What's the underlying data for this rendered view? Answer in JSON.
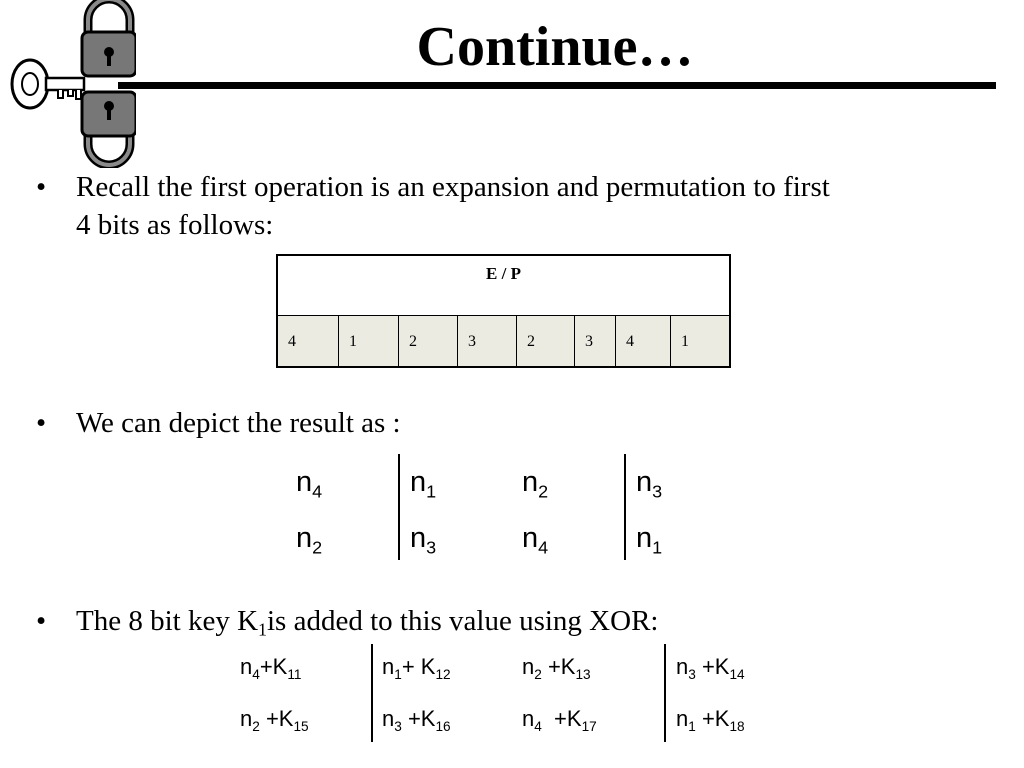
{
  "title": "Continue…",
  "bullets": {
    "b1_line1": "Recall the first operation is an expansion and permutation to first",
    "b1_line2": "4 bits as follows:",
    "b2": "We can depict the result as :",
    "b3_pre": "The 8 bit key K",
    "b3_sub": "1",
    "b3_post": "is added to this value using XOR:"
  },
  "ep_table": {
    "header": "E / P",
    "cells": [
      "4",
      "1",
      "2",
      "3",
      "2",
      "3",
      "4",
      "1"
    ]
  },
  "result": {
    "row1": [
      {
        "base": "n",
        "sub": "4"
      },
      {
        "base": "n",
        "sub": "1"
      },
      {
        "base": "n",
        "sub": "2"
      },
      {
        "base": "n",
        "sub": "3"
      }
    ],
    "row2": [
      {
        "base": "n",
        "sub": "2"
      },
      {
        "base": "n",
        "sub": "3"
      },
      {
        "base": "n",
        "sub": "4"
      },
      {
        "base": "n",
        "sub": "1"
      }
    ]
  },
  "xor": {
    "row1": [
      {
        "a": "n",
        "a_sub": "4",
        "op": "+K",
        "k_sub": "11"
      },
      {
        "a": "n",
        "a_sub": "1",
        "op": "+ K",
        "k_sub": "12"
      },
      {
        "a": "n",
        "a_sub": "2",
        "op": " +K",
        "k_sub": "13"
      },
      {
        "a": "n",
        "a_sub": "3",
        "op": " +K",
        "k_sub": "14"
      }
    ],
    "row2": [
      {
        "a": "n",
        "a_sub": "2",
        "op": " +K",
        "k_sub": "15"
      },
      {
        "a": "n",
        "a_sub": "3",
        "op": " +K",
        "k_sub": "16"
      },
      {
        "a": "n",
        "a_sub": "4",
        "op": "  +K",
        "k_sub": "17"
      },
      {
        "a": "n",
        "a_sub": "1",
        "op": " +K",
        "k_sub": "18"
      }
    ]
  }
}
